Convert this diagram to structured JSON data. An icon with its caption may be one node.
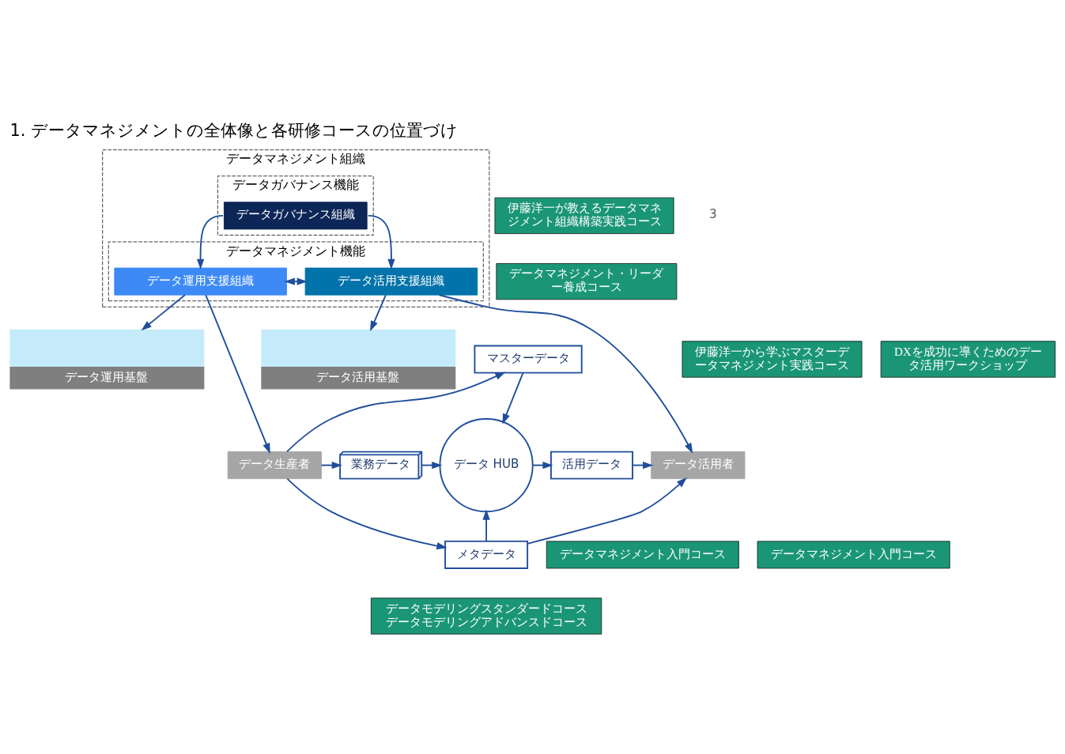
{
  "diagram": {
    "title": "1. データマネジメントの全体像と各研修コースの位置づけ",
    "nodes": [
      {
        "text": [
          "データマネジメント組織"
        ]
      },
      {
        "text": [
          "データガバナンス機能"
        ],
        "in": 0
      },
      {
        "text": [
          "データガバナンス組織"
        ],
        "in": 1
      },
      {
        "text": [
          "伊藤洋一が教えるデータマネジメント組織構築実践コース"
        ]
      },
      {
        "text": [
          "データマネジメント・リーダー養成コース"
        ]
      },
      {
        "text": [
          "データマネジメント機能"
        ],
        "in": 0
      },
      {
        "text": [
          "データ運用支援組織"
        ],
        "in": 5
      },
      {
        "text": [
          "データ活用支援組織"
        ],
        "in": 5
      },
      {
        "text": [
          "マスターデータ"
        ]
      },
      {
        "text": [
          "伊藤洋一から学ぶマスターデータマネジメント実践コース"
        ]
      },
      {
        "text": [
          "DXを成功に導くためのデータ活用ワークショップ"
        ]
      },
      {
        "text": [
          "データ生産者"
        ]
      },
      {
        "text": [
          "業務データ"
        ]
      },
      {
        "text": [
          "データ HUB"
        ]
      },
      {
        "text": [
          "活用データ"
        ]
      },
      {
        "text": [
          "データ活用者"
        ]
      },
      {
        "text": [
          "データマネジメント入門コース"
        ]
      },
      {
        "text": [
          "データマネジメント入門コース"
        ]
      },
      {
        "text": [
          "メタデータ"
        ]
      },
      {
        "text": [
          "データ運用基盤"
        ]
      },
      {
        "text": [
          "データ活用基盤"
        ]
      },
      {
        "text": [
          "データモデリングスタンダードコース",
          "データモデリングアドバンスドコース"
        ]
      }
    ],
    "edges": [
      {
        "from": 2,
        "to": 6,
        "arrow": "to"
      },
      {
        "from": 2,
        "to": 7,
        "arrow": "to"
      },
      {
        "from": 6,
        "to": 7,
        "arrow": "both"
      },
      {
        "from": 6,
        "to": 19,
        "arrow": "to"
      },
      {
        "from": 7,
        "to": 20,
        "arrow": "to"
      },
      {
        "from": 6,
        "to": 11,
        "arrow": "to"
      },
      {
        "from": 7,
        "to": 15,
        "arrow": "to"
      },
      {
        "from": 11,
        "to": 8,
        "arrow": "to"
      },
      {
        "from": 11,
        "to": 12,
        "arrow": "to"
      },
      {
        "from": 11,
        "to": 18,
        "arrow": "to"
      },
      {
        "from": 8,
        "to": 13,
        "arrow": "to"
      },
      {
        "from": 12,
        "to": 13,
        "arrow": "to"
      },
      {
        "from": 18,
        "to": 13,
        "arrow": "to"
      },
      {
        "from": 13,
        "to": 14,
        "arrow": "to"
      },
      {
        "from": 14,
        "to": 15,
        "arrow": "to"
      },
      {
        "from": 18,
        "to": 15,
        "arrow": "to"
      }
    ],
    "labels": [
      "3"
    ]
  }
}
